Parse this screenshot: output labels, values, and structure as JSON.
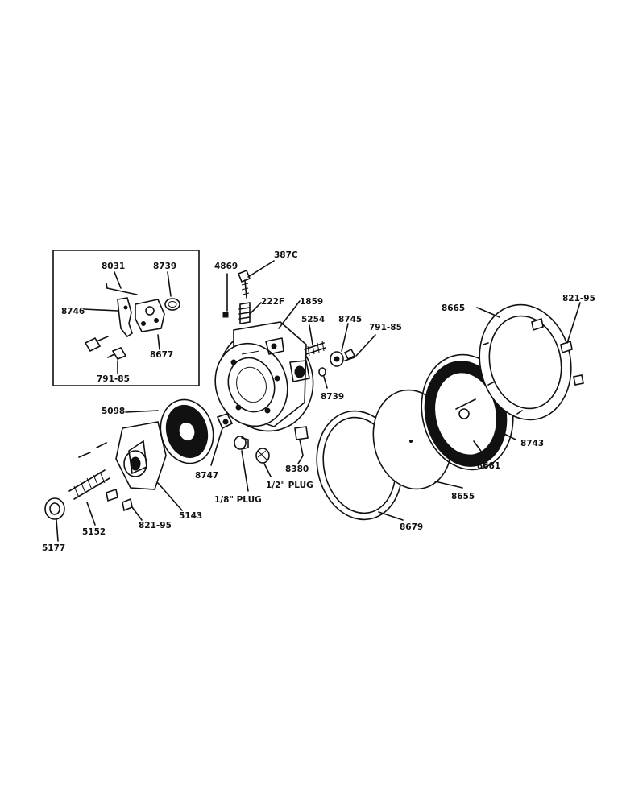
{
  "labels": {
    "p8031": "8031",
    "p8739a": "8739",
    "p8746": "8746",
    "p8677": "8677",
    "p79185a": "791-85",
    "p4869": "4869",
    "p387c": "387C",
    "p222f": "222F",
    "p1859": "1859",
    "p5254": "5254",
    "p8745": "8745",
    "p79185b": "791-85",
    "p8739b": "8739",
    "p5098": "5098",
    "p8747": "8747",
    "p8380": "8380",
    "plug12": "1/2\" PLUG",
    "plug18": "1/8\" PLUG",
    "p5143": "5143",
    "p82195a": "821-95",
    "p5152": "5152",
    "p5177": "5177",
    "p8665": "8665",
    "p82195b": "821-95",
    "p8743": "8743",
    "p8681": "8681",
    "p8655": "8655",
    "p8679": "8679"
  }
}
